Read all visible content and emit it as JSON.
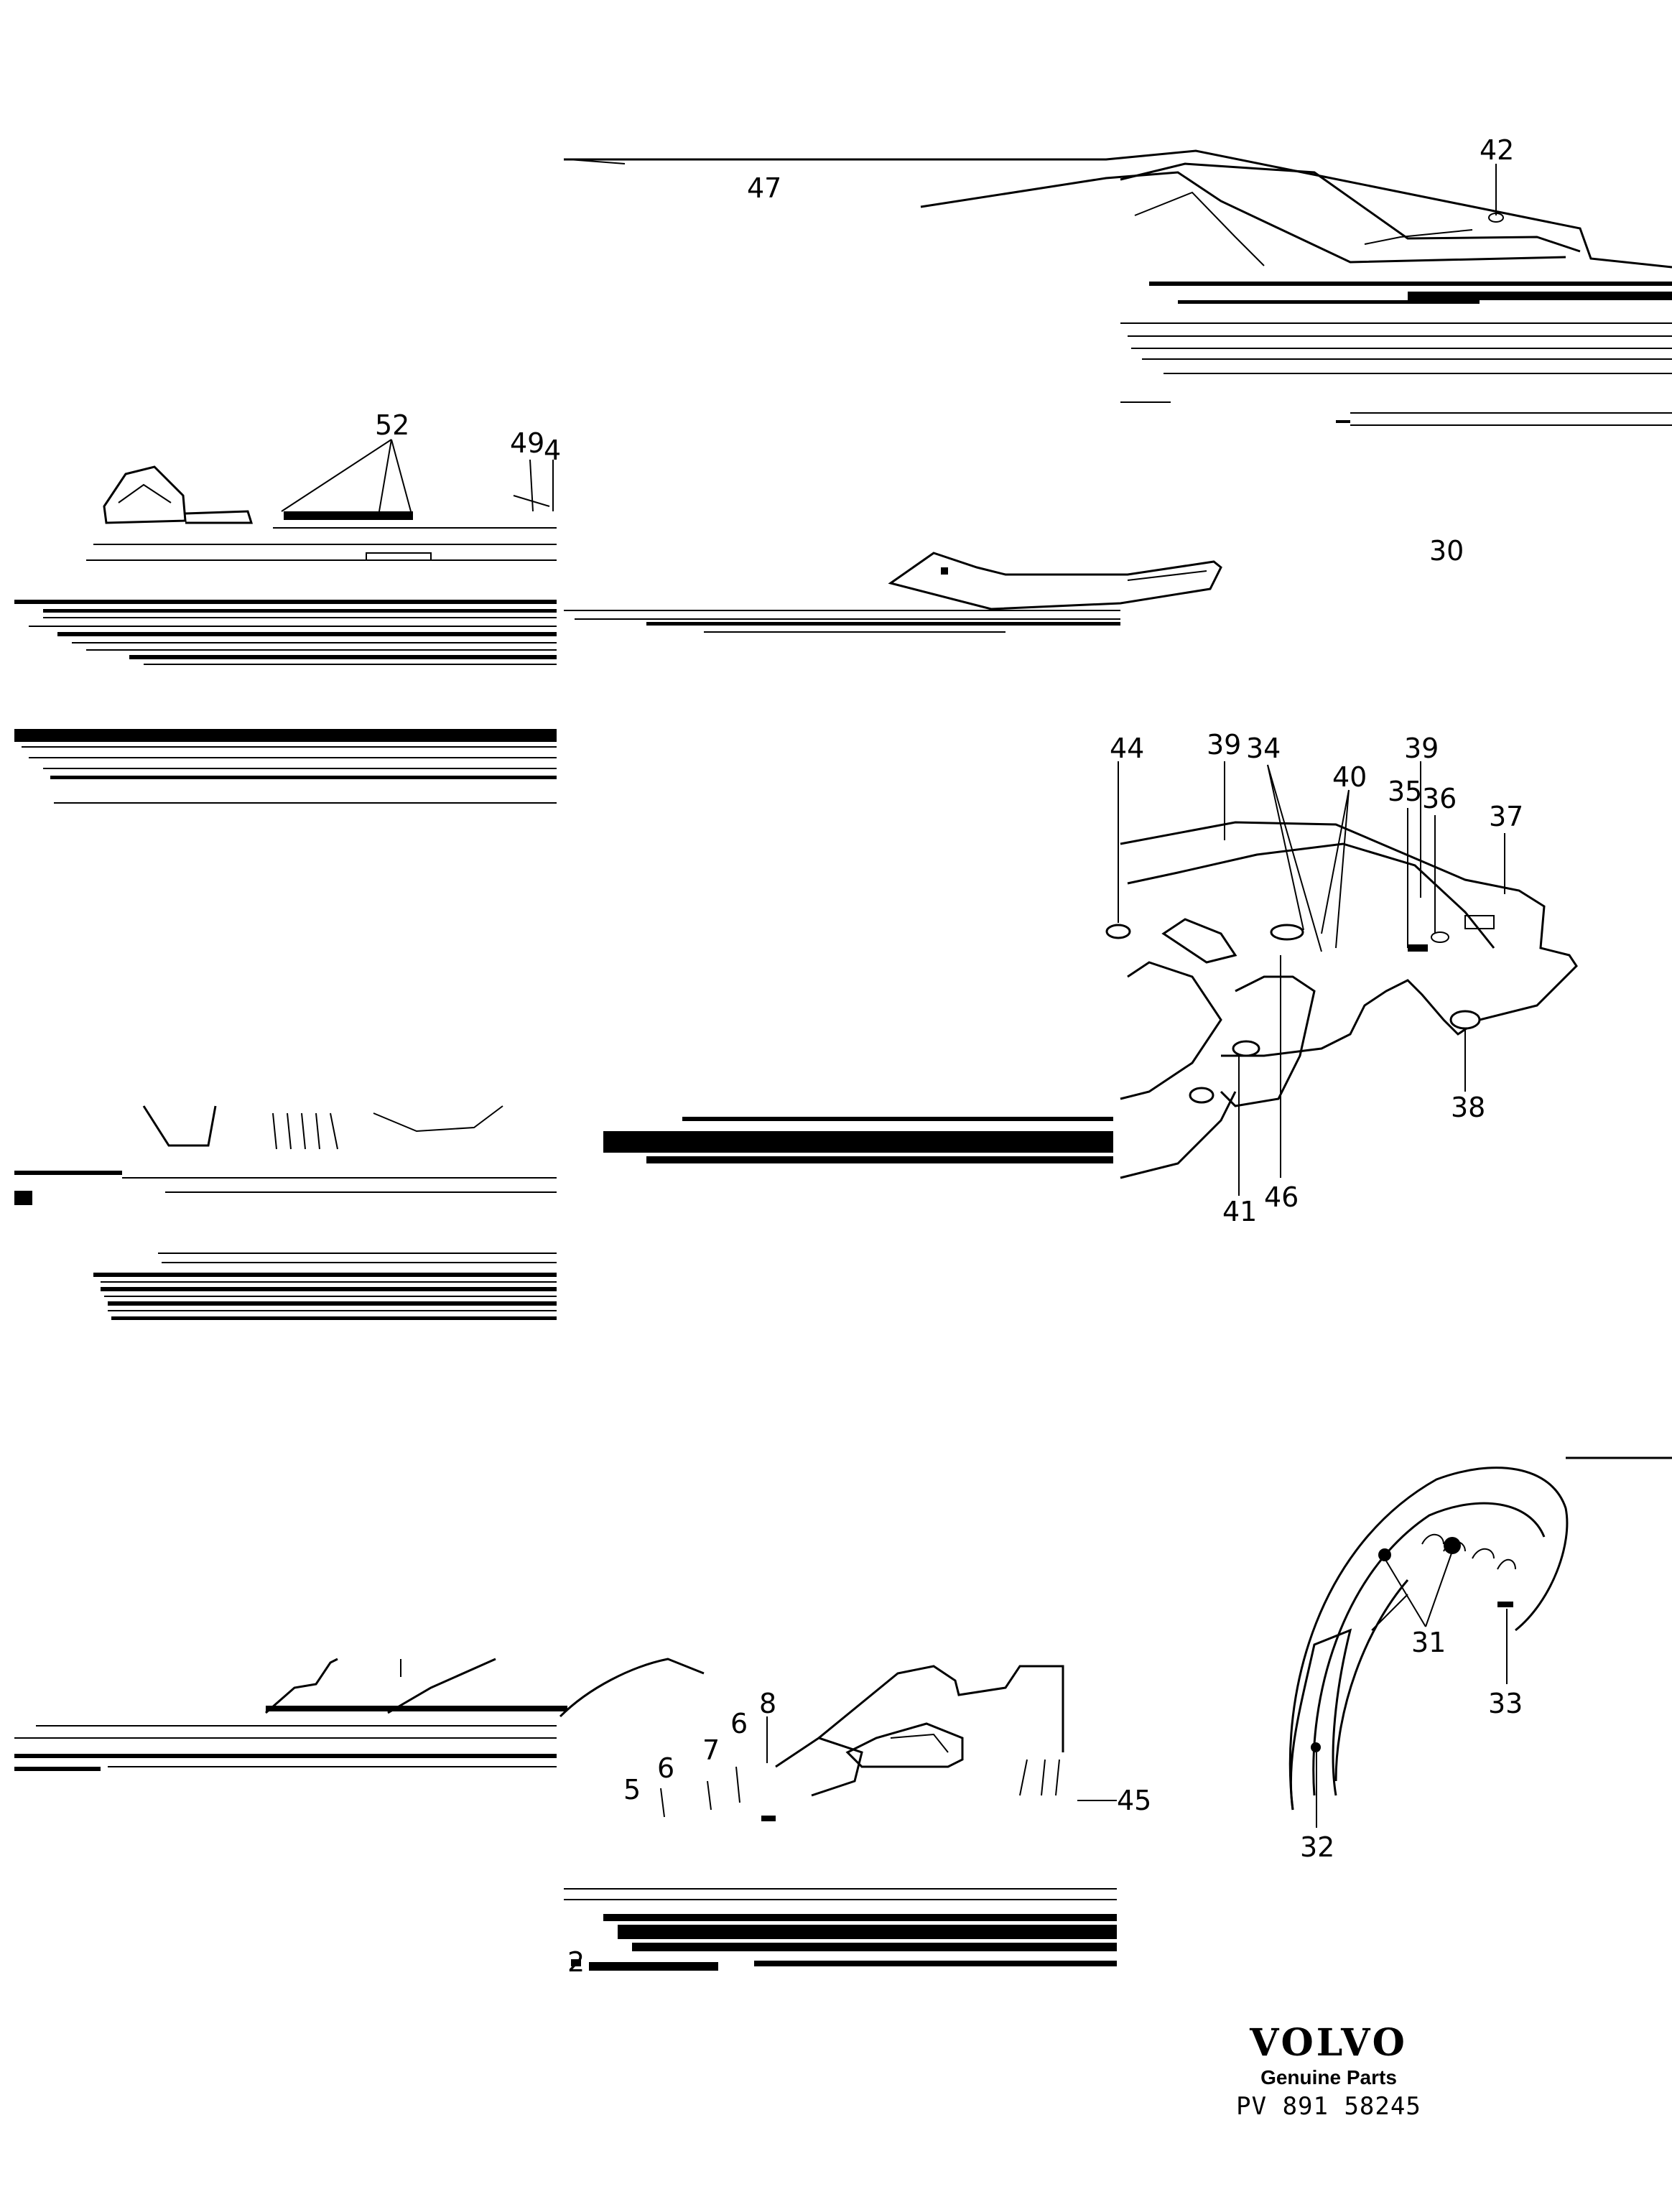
{
  "callouts": [
    {
      "id": "c47",
      "text": "47"
    },
    {
      "id": "c42",
      "text": "42"
    },
    {
      "id": "c52",
      "text": "52"
    },
    {
      "id": "c49",
      "text": "49"
    },
    {
      "id": "c4",
      "text": "4"
    },
    {
      "id": "c30",
      "text": "30"
    },
    {
      "id": "c44",
      "text": "44"
    },
    {
      "id": "c39a",
      "text": "39"
    },
    {
      "id": "c34",
      "text": "34"
    },
    {
      "id": "c40",
      "text": "40"
    },
    {
      "id": "c39b",
      "text": "39"
    },
    {
      "id": "c35",
      "text": "35"
    },
    {
      "id": "c36",
      "text": "36"
    },
    {
      "id": "c37",
      "text": "37"
    },
    {
      "id": "c38",
      "text": "38"
    },
    {
      "id": "c41",
      "text": "41"
    },
    {
      "id": "c46",
      "text": "46"
    },
    {
      "id": "c31",
      "text": "31"
    },
    {
      "id": "c33",
      "text": "33"
    },
    {
      "id": "c32",
      "text": "32"
    },
    {
      "id": "c5",
      "text": "5"
    },
    {
      "id": "c6a",
      "text": "6"
    },
    {
      "id": "c7",
      "text": "7"
    },
    {
      "id": "c6b",
      "text": "6"
    },
    {
      "id": "c8",
      "text": "8"
    },
    {
      "id": "c45",
      "text": "45"
    },
    {
      "id": "c2",
      "text": "2"
    }
  ],
  "brand": {
    "logo": "VOLVO",
    "subtitle": "Genuine Parts",
    "code": "PV  891  58245"
  }
}
